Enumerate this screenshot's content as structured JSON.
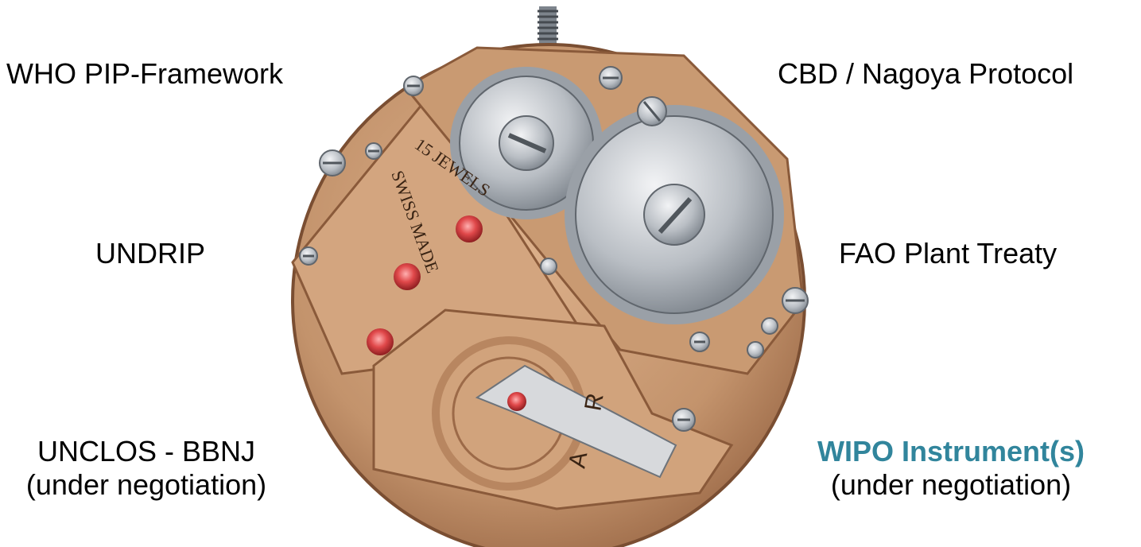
{
  "labels": {
    "who": "WHO PIP-Framework",
    "cbd": "CBD / Nagoya Protocol",
    "undrip": "UNDRIP",
    "fao": "FAO Plant Treaty",
    "unclos": {
      "line1": "UNCLOS - BBNJ",
      "line2": "(under negotiation)"
    },
    "wipo": {
      "line1": "WIPO Instrument(s)",
      "line2": "(under negotiation)"
    }
  },
  "movement_engravings": {
    "jewels": "15 JEWELS",
    "swiss_made": "SWISS MADE",
    "a_mark": "A",
    "r_mark": "R"
  },
  "colors": {
    "accent": "#31859c",
    "brass": "#c99a72",
    "brass_dark": "#8a5a3a",
    "steel": "#b9bec4",
    "jewel": "#e0484a"
  }
}
